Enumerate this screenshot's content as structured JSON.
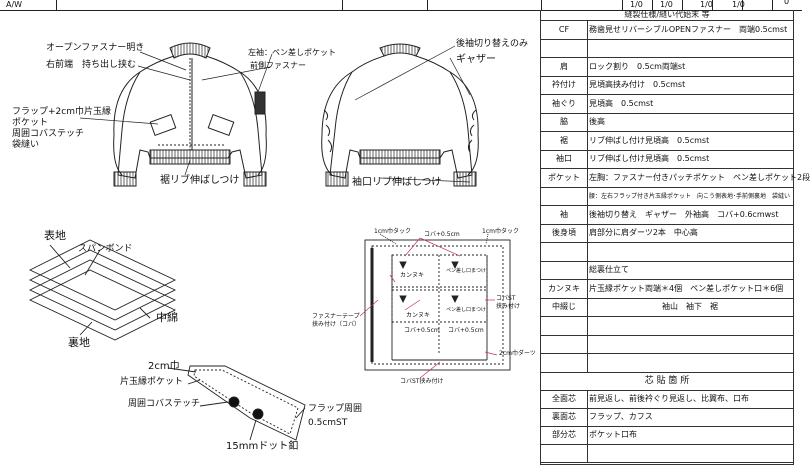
{
  "header": {
    "season": "A/W",
    "page_fields": [
      "1/0",
      "1/0",
      "1/0",
      "1/0"
    ],
    "corner_mark": "0"
  },
  "spec_title": "縫製仕様/縫い代始末 等",
  "spec_rows": [
    {
      "label": "CF",
      "value": "務歯見せリバーシブルOPENファスナー　両端0.5cmst"
    },
    {
      "label": "",
      "value": ""
    },
    {
      "label": "肩",
      "value": "ロック割り　0.5cm両端st"
    },
    {
      "label": "衿付け",
      "value": "見頃高挟み付け　0.5cmst"
    },
    {
      "label": "袖ぐり",
      "value": "見頃高　0.5cmst"
    },
    {
      "label": "脇",
      "value": "後高"
    },
    {
      "label": "裾",
      "value": "リブ伸ばし付け見頃高　0.5cmst"
    },
    {
      "label": "袖口",
      "value": "リブ伸ばし付け見頃高　0.5cmst"
    },
    {
      "label": "ポケット",
      "value": "左胸：ファスナー付きパッチポケット　ペン差しポケット2段"
    },
    {
      "label": "",
      "value": "腰：左右フラップ付き片玉縁ポケット　向こう側表地･手前側裏地　袋縫い"
    },
    {
      "label": "袖",
      "value": "後袖切り替え　ギャザー　外袖高　コバ+0.6cmwst"
    },
    {
      "label": "後身頃",
      "value": "肩部分に肩ダーツ2本　中心高"
    },
    {
      "label": "",
      "value": ""
    },
    {
      "label": "",
      "value": "総裏仕立て"
    },
    {
      "label": "カンヌキ",
      "value": "片玉縁ポケット両端＊4個　ペン差しポケット口＊6個"
    },
    {
      "label": "中綴じ",
      "value": "袖山　袖下　裾"
    },
    {
      "label": "",
      "value": ""
    },
    {
      "label": "",
      "value": ""
    },
    {
      "label": "",
      "value": ""
    }
  ],
  "interlining": {
    "title": "芯 貼 箇 所",
    "rows": [
      {
        "label": "全面芯",
        "value": "前見返し、前後衿ぐり見返し、比翼布、口布"
      },
      {
        "label": "裏面芯",
        "value": "フラップ、カフス"
      },
      {
        "label": "部分芯",
        "value": "ポケット口布"
      },
      {
        "label": "",
        "value": ""
      }
    ]
  },
  "front_notes": {
    "zip": "オープンファスナー明き",
    "right_front": "右前端　持ち出し挟む",
    "pen_pocket": "左袖：ペン差しポケット",
    "front_zip": "前側ファスナー",
    "flap_pocket": "フラップ+2cm巾片玉縁\nポケット\n周囲コバステッチ\n袋縫い",
    "hem_rib": "裾リブ伸ばしつけ"
  },
  "back_notes": {
    "sleeve_switch": "後袖切り替えのみ",
    "gather": "ギャザー",
    "cuff_rib": "袖口リブ伸ばしつけ"
  },
  "fabric": {
    "outer": "表地",
    "span": "スパンボンド",
    "padding": "中綿",
    "lining": "裏地"
  },
  "pocket_detail": {
    "tuck_left": "1cm巾タック",
    "koba_top": "コバ+0.5cm",
    "tuck_right": "1cm巾タック",
    "kannuki_a": "カンヌキ",
    "kannuki_b": "カンヌキ",
    "pen_a": "ペン差し口まつけ",
    "pen_b": "ペン差し口まつけ",
    "zip_tape": "ファスナーテープ\n挟み付け（コバ）",
    "koba_st": "コバST\n挟み付け",
    "koba_l": "コバ+0.5cm",
    "koba_r": "コバ+0.5cm",
    "dart": "2cm巾ダーツ",
    "koba_bottom": "コバST挟み付け"
  },
  "flap_detail": {
    "width": "2cm巾",
    "welt": "片玉縁ポケット",
    "koba": "周囲コバステッチ",
    "flap_st": "フラップ周囲\n0.5cmST",
    "dot": "15mmドット釦"
  }
}
